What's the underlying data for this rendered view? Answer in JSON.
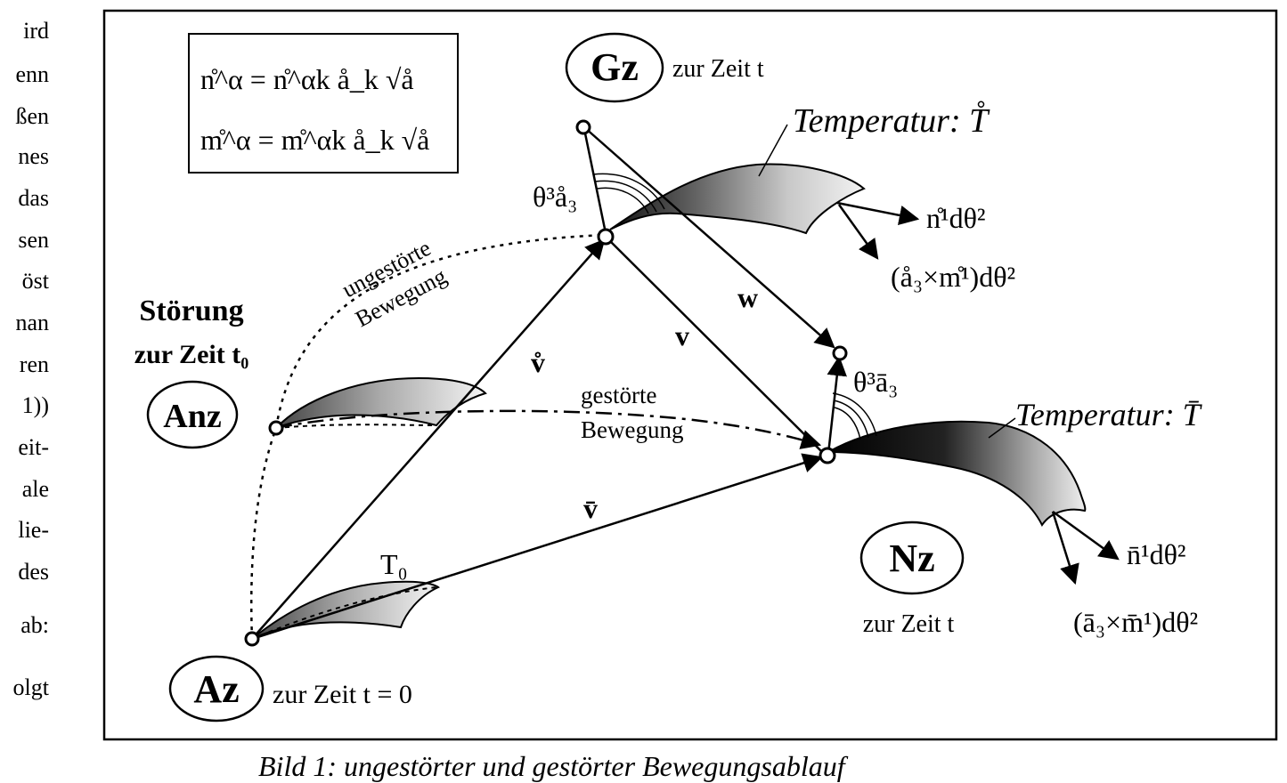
{
  "left_margin_text": [
    "ird",
    "enn",
    "ßen",
    "nes",
    "das",
    "sen",
    "öst",
    "nan",
    "ren",
    "1))",
    "eit-",
    "ale",
    "lie-",
    "des",
    "ab:",
    "olgt"
  ],
  "formulas": {
    "n_line": "n̊^α = n̊^αk å_k √å",
    "m_line": "m̊^α = m̊^αk å_k √å"
  },
  "states": {
    "Gz": {
      "name": "Gz",
      "time": "zur Zeit t"
    },
    "Anz": {
      "name": "Anz"
    },
    "Nz": {
      "name": "Nz",
      "time": "zur Zeit t"
    },
    "Az": {
      "name": "Az",
      "time": "zur Zeit  t = 0"
    }
  },
  "labels": {
    "stoerung": "Störung",
    "stoerung_time": "zur Zeit t₀",
    "ungestoerte": "ungestörte",
    "bewegung1": "Bewegung",
    "gestoerte": "gestörte",
    "bewegung2": "Bewegung",
    "temp_top": "Temperatur: T̊",
    "temp_right": "Temperatur: T̄",
    "T0": "T₀",
    "v_ring": "v̊",
    "v": "v",
    "v_bar": "v̄",
    "w": "w",
    "theta_top": "θ³å₃",
    "theta_right": "θ³ā₃",
    "n_ring": "n̊¹dθ²",
    "a_cross_m_ring": "(å₃×m̊¹)dθ²",
    "n_bar": "n̄¹dθ²",
    "a_cross_m_bar": "(ā₃×m̄¹)dθ²"
  },
  "caption": "Bild 1: ungestörter und gestörter Bewegungsablauf"
}
